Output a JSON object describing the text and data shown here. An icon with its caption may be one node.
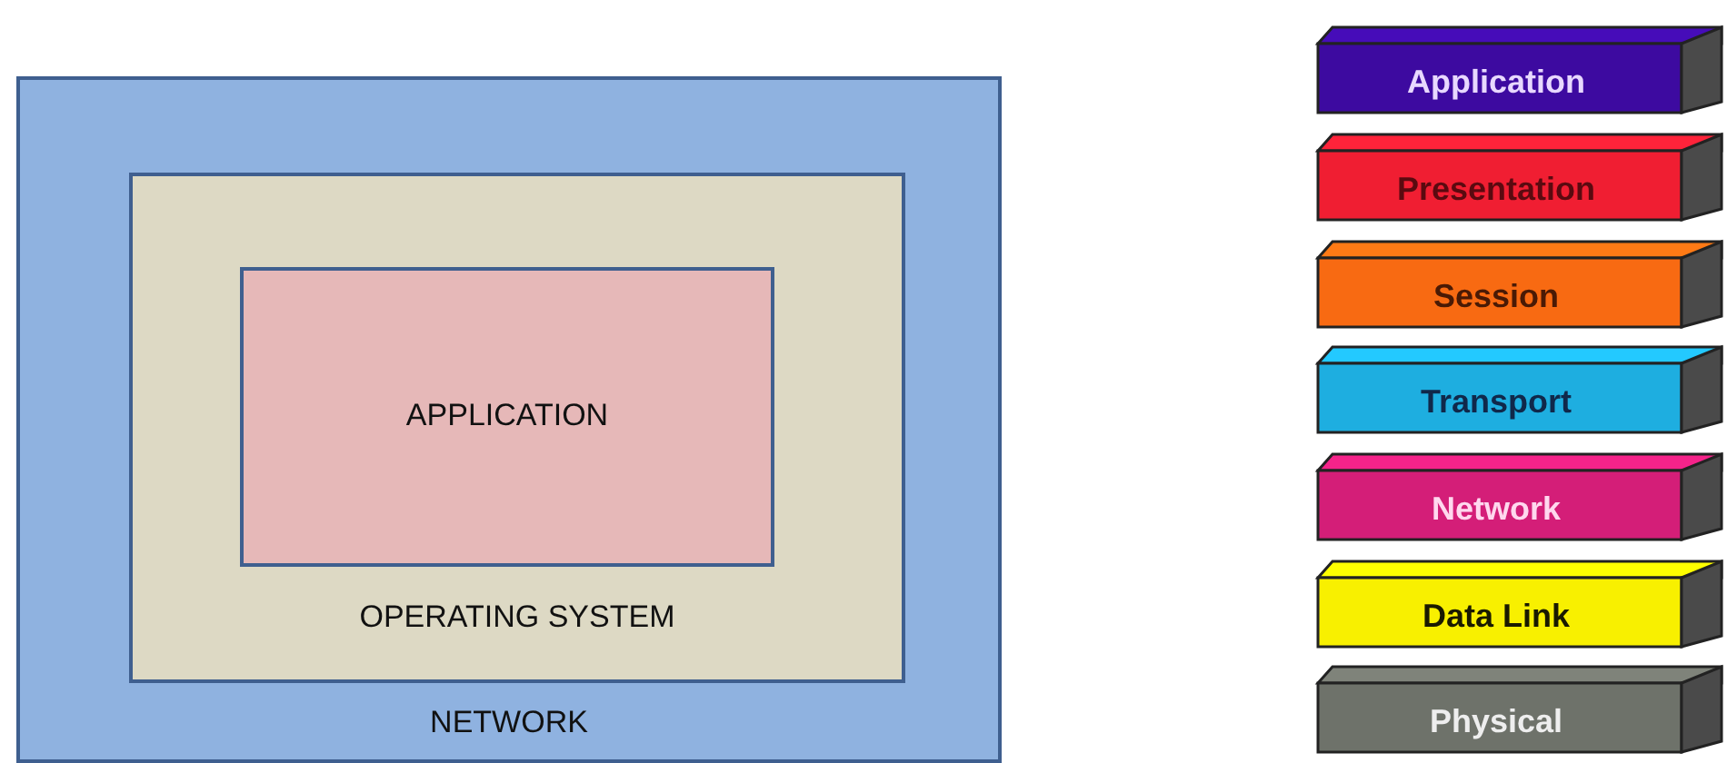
{
  "diagram": {
    "nodes": [
      {
        "text": [
          "NETWORK"
        ]
      },
      {
        "text": [
          "OPERATING SYSTEM"
        ],
        "in": 0
      },
      {
        "text": [
          "APPLICATION"
        ],
        "in": 1
      },
      {
        "text": [
          "Application"
        ]
      },
      {
        "text": [
          "Presentation"
        ]
      },
      {
        "text": [
          "Session"
        ]
      },
      {
        "text": [
          "Transport"
        ]
      },
      {
        "text": [
          "Network"
        ]
      },
      {
        "text": [
          "Data Link"
        ]
      },
      {
        "text": [
          "Physical"
        ]
      }
    ]
  }
}
